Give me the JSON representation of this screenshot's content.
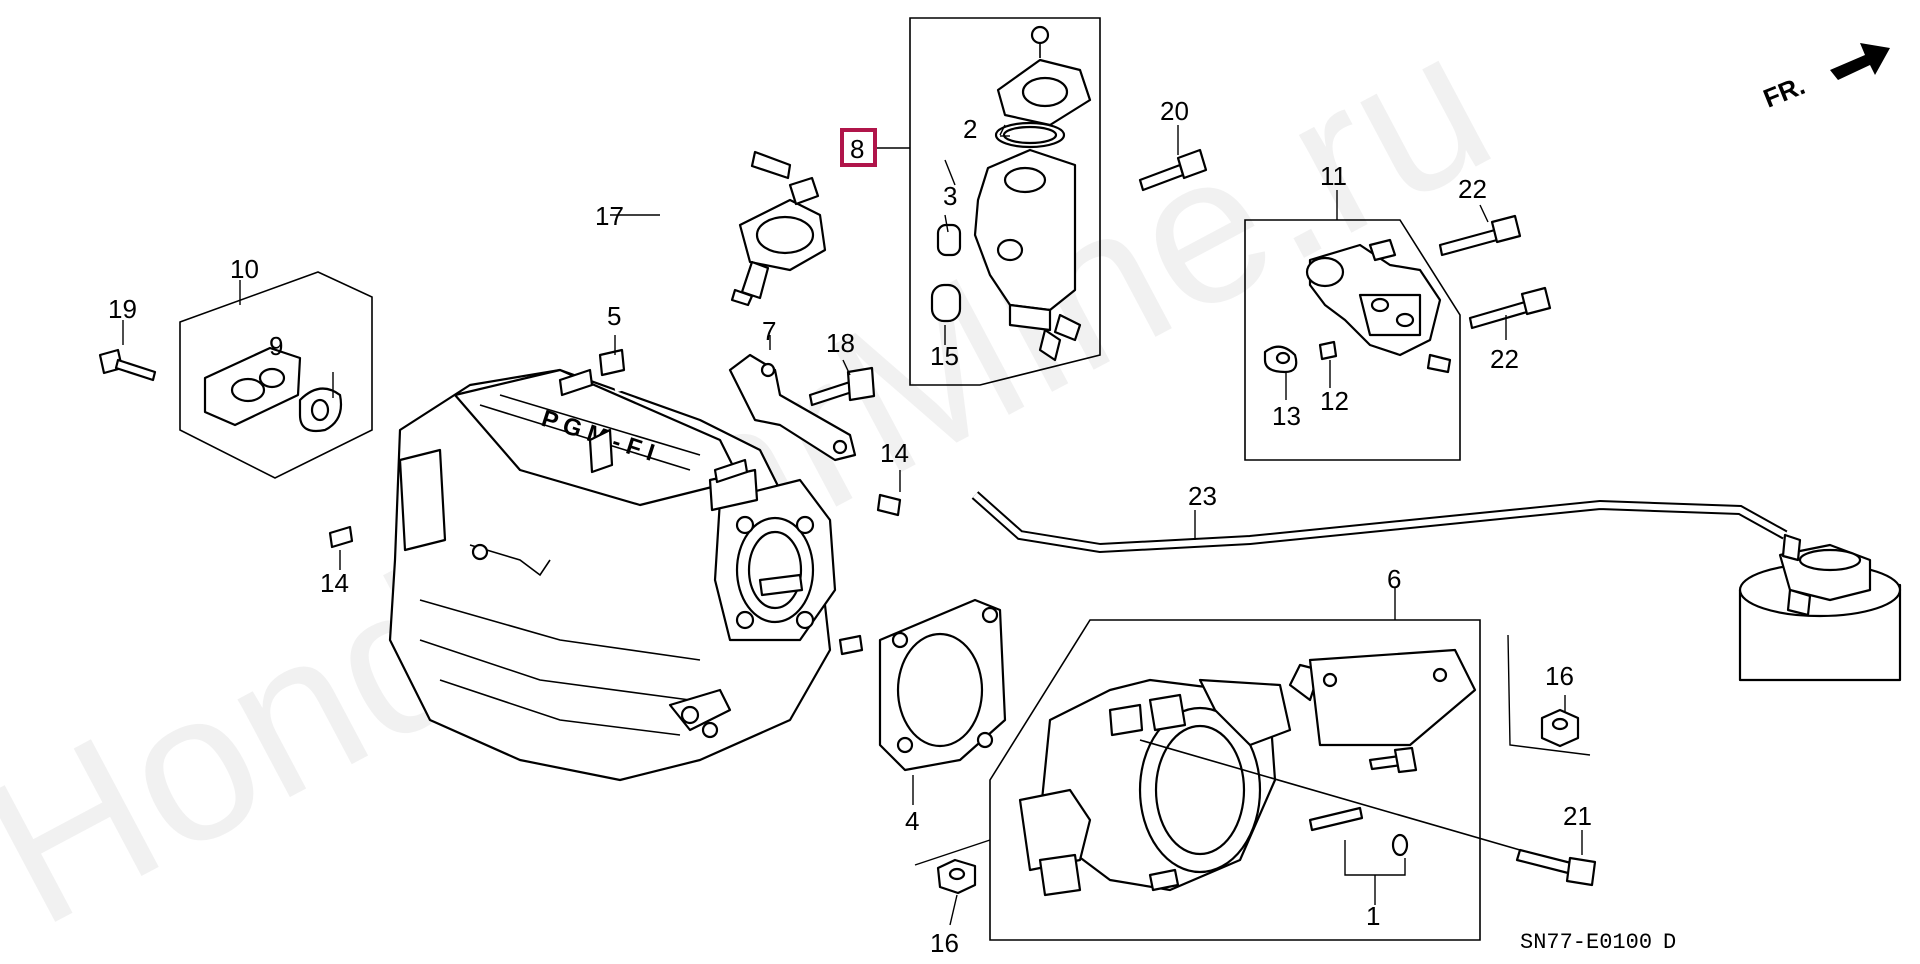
{
  "diagram": {
    "watermark": "HondaCarMine.ru",
    "diagram_code": "SN77-E0100",
    "diagram_code_suffix": "D",
    "direction_label": "FR.",
    "highlight_color": "#b0154a",
    "callouts": {
      "c1": "1",
      "c2": "2",
      "c3": "3",
      "c4": "4",
      "c5": "5",
      "c6": "6",
      "c7": "7",
      "c8": "8",
      "c9": "9",
      "c10": "10",
      "c11": "11",
      "c12": "12",
      "c13": "13",
      "c14a": "14",
      "c14b": "14",
      "c15": "15",
      "c16a": "16",
      "c16b": "16",
      "c17": "17",
      "c18": "18",
      "c19": "19",
      "c20": "20",
      "c21": "21",
      "c22a": "22",
      "c22b": "22",
      "c23": "23"
    }
  }
}
